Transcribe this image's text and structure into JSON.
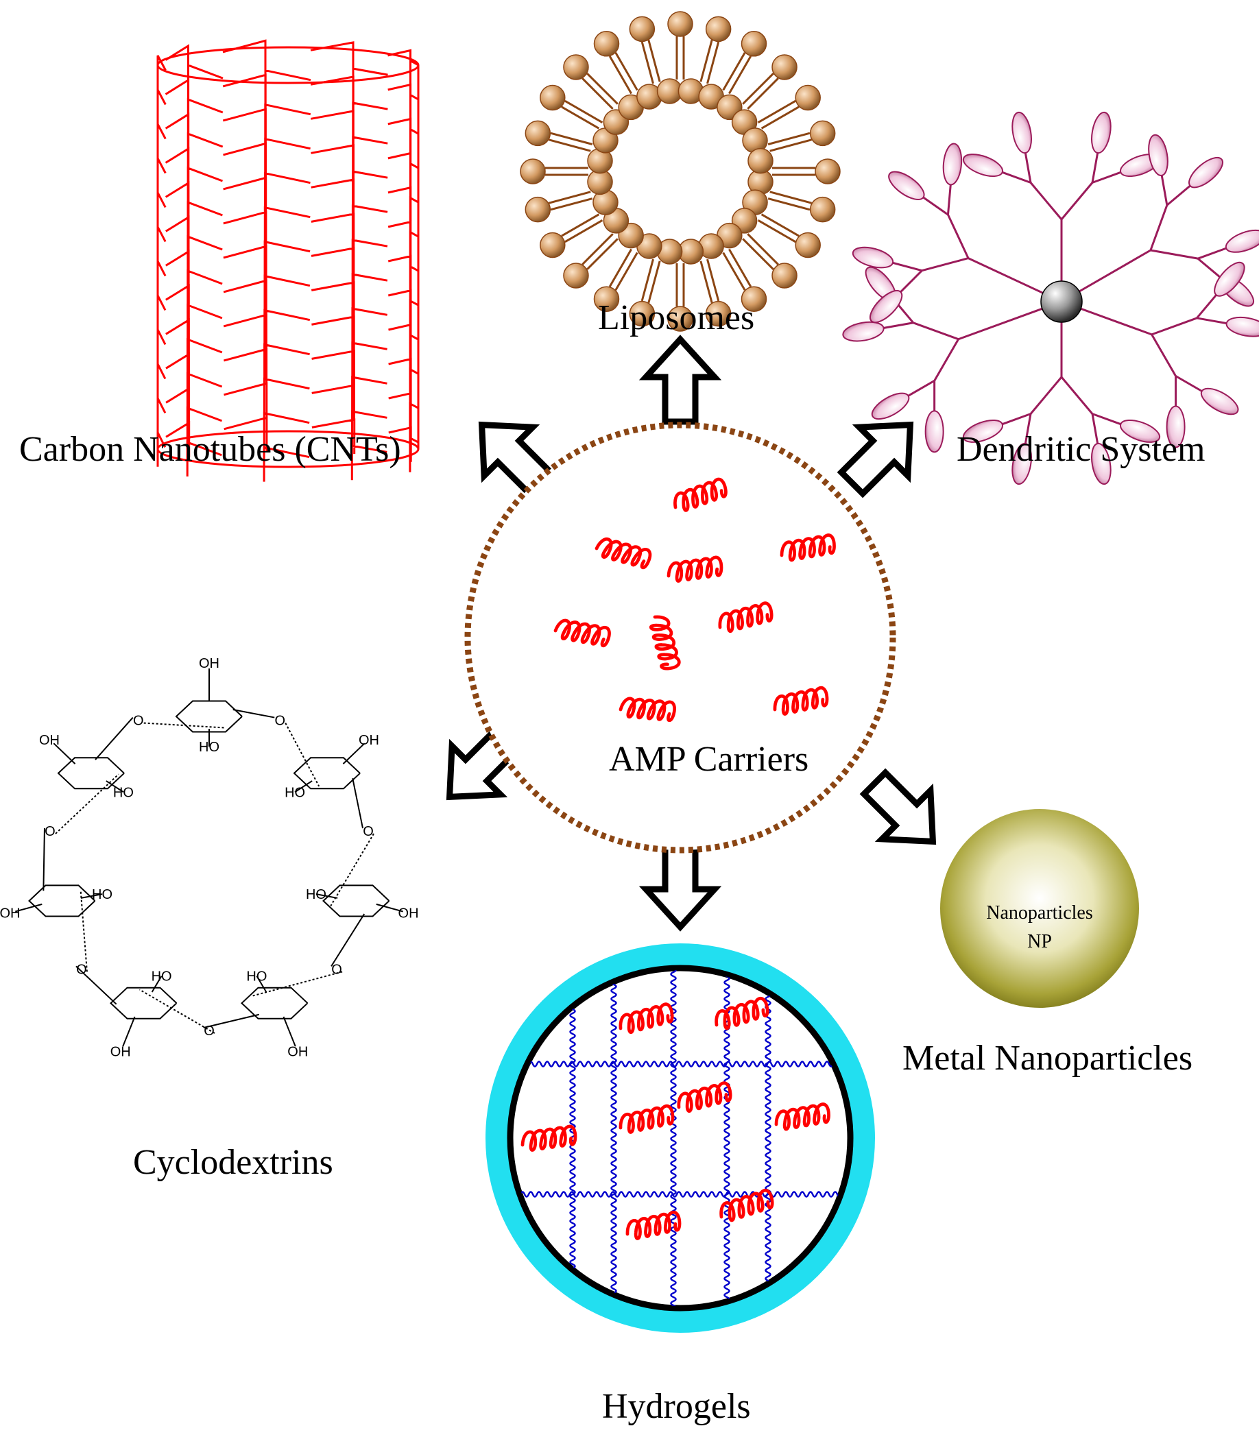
{
  "labels": {
    "carbon_nanotubes": "Carbon Nanotubes (CNTs)",
    "liposomes": "Liposomes",
    "dendritic_system": "Dendritic System",
    "amp_carriers": "AMP Carriers",
    "cyclodextrins": "Cyclodextrins",
    "metal_nanoparticles": "Metal Nanoparticles",
    "hydrogels": "Hydrogels",
    "nanoparticle_line1": "Nanoparticles",
    "nanoparticle_line2": "NP"
  },
  "chem_text": {
    "oh": "OH",
    "ho": "HO",
    "o": "O"
  },
  "colors": {
    "nanotube": "#ff0000",
    "liposome_head": "#c8884a",
    "liposome_tail": "#8b4513",
    "dendrimer": "#9b1b5a",
    "dendrimer_lobe": "#f3d0e4",
    "carrier_border": "#8b4513",
    "peptide": "#ff0000",
    "hydrogel_ring": "#22dff0",
    "hydrogel_mesh": "#0000cc",
    "nanoparticle": "#8e8a1e",
    "arrow": "#000000"
  },
  "icons": [
    "carbon-nanotube-icon",
    "liposome-icon",
    "dendrimer-icon",
    "peptide-helix-icon",
    "cyclodextrin-structure-icon",
    "hydrogel-network-icon",
    "nanoparticle-sphere-icon",
    "arrow-icon"
  ]
}
